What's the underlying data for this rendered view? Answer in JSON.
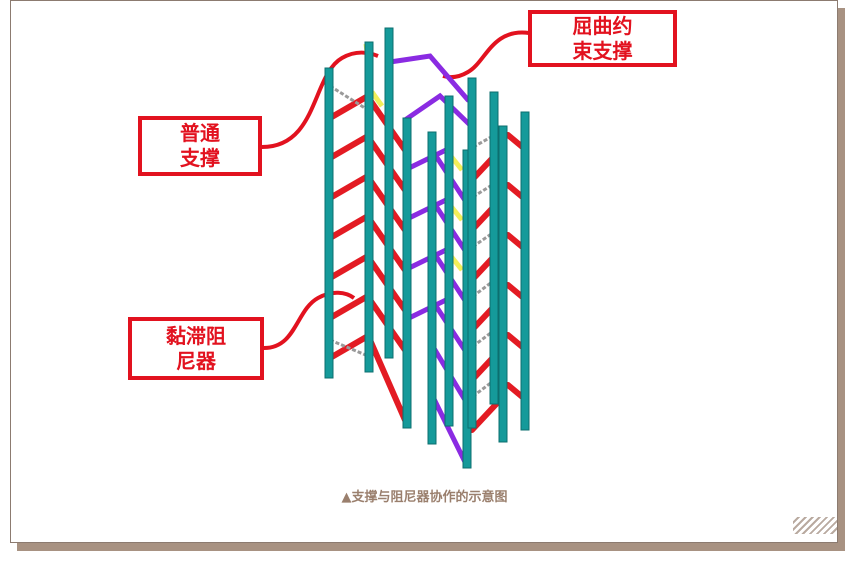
{
  "labels": {
    "brb": {
      "line1": "屈曲约",
      "line2": "束支撑"
    },
    "ordinary": {
      "line1": "普通",
      "line2": "支撑"
    },
    "viscous": {
      "line1": "黏滞阻",
      "line2": "尼器"
    }
  },
  "caption": "▲支撑与阻尼器协作的示意图",
  "colors": {
    "column": "#159a9a",
    "ordinary_brace": "#e31b23",
    "brb": "#8a2be2",
    "brb_core": "#f2ef5a",
    "damper": "#9a9a9a",
    "label": "#e2121f",
    "caption": "#9a7f6d"
  }
}
